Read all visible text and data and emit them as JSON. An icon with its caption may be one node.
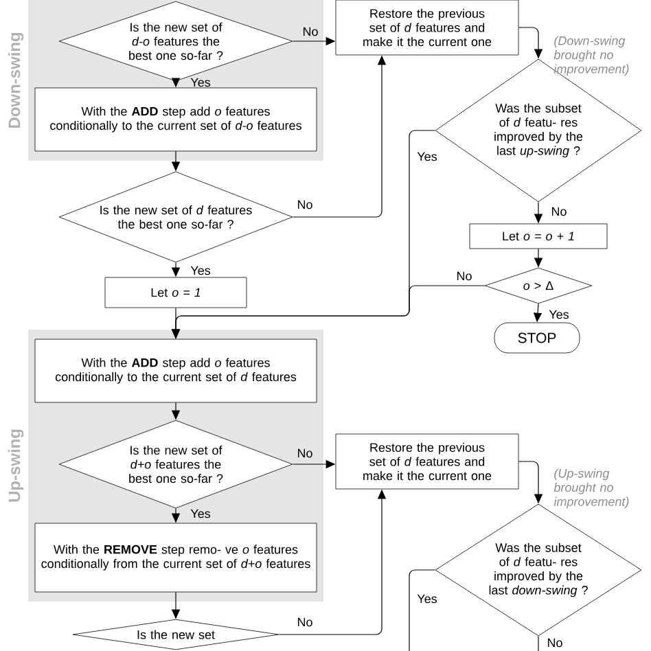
{
  "diagram": {
    "nodes": [
      {
        "text": [
          "Down-swing"
        ]
      },
      {
        "text": [
          "Is the new set of *d-o* features the best one so-far ?"
        ],
        "in": 0
      },
      {
        "text": [
          "With the **ADD** step add *o* features conditionally to the current set of *d-o* features"
        ],
        "in": 0
      },
      {
        "text": [
          "Is the new set of *d* features the best one so-far ?"
        ]
      },
      {
        "text": [
          "Let *o = 1*"
        ]
      },
      {
        "text": [
          "Up-swing"
        ]
      },
      {
        "text": [
          "With the **ADD** step add *o* features conditionally to the current set of *d* features"
        ],
        "in": 5
      },
      {
        "text": [
          "Is the new set of *d+o* features the best one so-far ?"
        ],
        "in": 5
      },
      {
        "text": [
          "With the **REMOVE** step remo- ve *o* features conditionally from the current set of *d+o* features"
        ],
        "in": 5
      },
      {
        "text": [
          "Is the new set"
        ]
      },
      {
        "text": [
          "Restore the previous set of *d* features and make it the current one"
        ]
      },
      {
        "text": [
          "Was the subset of *d* featu- res improved by the last *up-swing* ?"
        ]
      },
      {
        "text": [
          "Let *o = o + 1*"
        ]
      },
      {
        "text": [
          "*o* > Δ"
        ]
      },
      {
        "text": [
          "STOP"
        ]
      },
      {
        "text": [
          "Restore the previous set of *d* features and make it the current one"
        ]
      },
      {
        "text": [
          "Was the subset of *d* featu- res improved by the last *down-swing* ?"
        ]
      }
    ],
    "edges": [
      {
        "from": 1,
        "to": 10,
        "arrow": "to",
        "label": "No"
      },
      {
        "from": 1,
        "to": 2,
        "arrow": "to",
        "label": "Yes"
      },
      {
        "from": 2,
        "to": 3,
        "arrow": "to"
      },
      {
        "from": 3,
        "to": 10,
        "arrow": "to",
        "label": "No"
      },
      {
        "from": 3,
        "to": 4,
        "arrow": "to",
        "label": "Yes"
      },
      {
        "from": 4,
        "to": 6,
        "arrow": "to"
      },
      {
        "from": 10,
        "to": 11,
        "arrow": "to",
        "label": "(Down-swing brought no improvement)"
      },
      {
        "from": 11,
        "to": 12,
        "arrow": "to",
        "label": "No"
      },
      {
        "from": 11,
        "to": 6,
        "arrow": "to",
        "label": "Yes"
      },
      {
        "from": 12,
        "to": 13,
        "arrow": "to"
      },
      {
        "from": 13,
        "to": 6,
        "arrow": "to",
        "label": "No"
      },
      {
        "from": 13,
        "to": 14,
        "arrow": "to",
        "label": "Yes"
      },
      {
        "from": 6,
        "to": 7,
        "arrow": "to"
      },
      {
        "from": 7,
        "to": 15,
        "arrow": "to",
        "label": "No"
      },
      {
        "from": 7,
        "to": 8,
        "arrow": "to",
        "label": "Yes"
      },
      {
        "from": 8,
        "to": 9,
        "arrow": "to"
      },
      {
        "from": 9,
        "to": 15,
        "arrow": "to",
        "label": "No"
      },
      {
        "from": 15,
        "to": 16,
        "arrow": "to",
        "label": "(Up-swing brought no improvement)"
      },
      {
        "from": 16,
        "to": null,
        "arrow": "none",
        "label": "Yes"
      },
      {
        "from": 16,
        "to": null,
        "arrow": "none",
        "label": "No"
      }
    ]
  }
}
